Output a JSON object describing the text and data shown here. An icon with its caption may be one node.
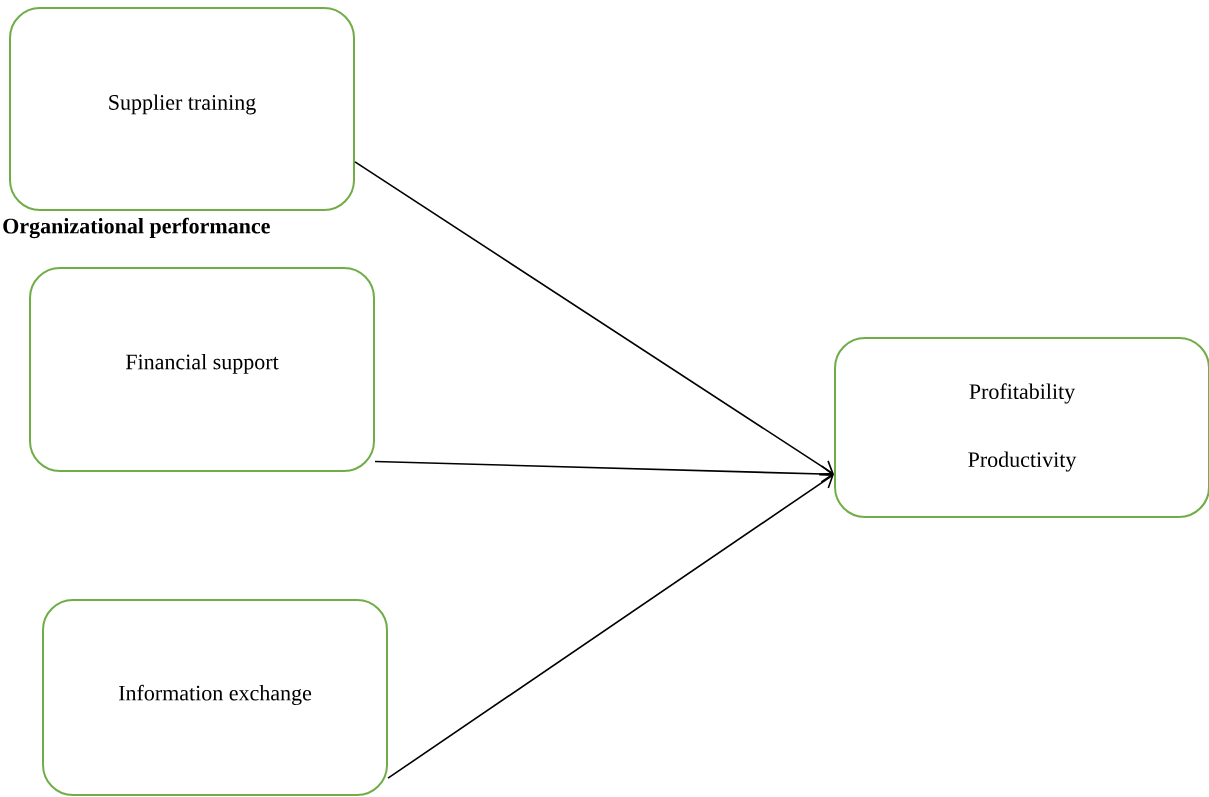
{
  "diagram": {
    "nodes": [
      {
        "text": [
          "Supplier training"
        ]
      },
      {
        "text": [
          "Financial support"
        ]
      },
      {
        "text": [
          "Information exchange"
        ]
      },
      {
        "text": [
          "Profitability",
          "Productivity"
        ]
      }
    ],
    "edges": [
      {
        "from": 0,
        "to": 3,
        "arrow": "to"
      },
      {
        "from": 1,
        "to": 3,
        "arrow": "to"
      },
      {
        "from": 2,
        "to": 3,
        "arrow": "to"
      }
    ],
    "labels": [
      "Organizational performance"
    ]
  }
}
